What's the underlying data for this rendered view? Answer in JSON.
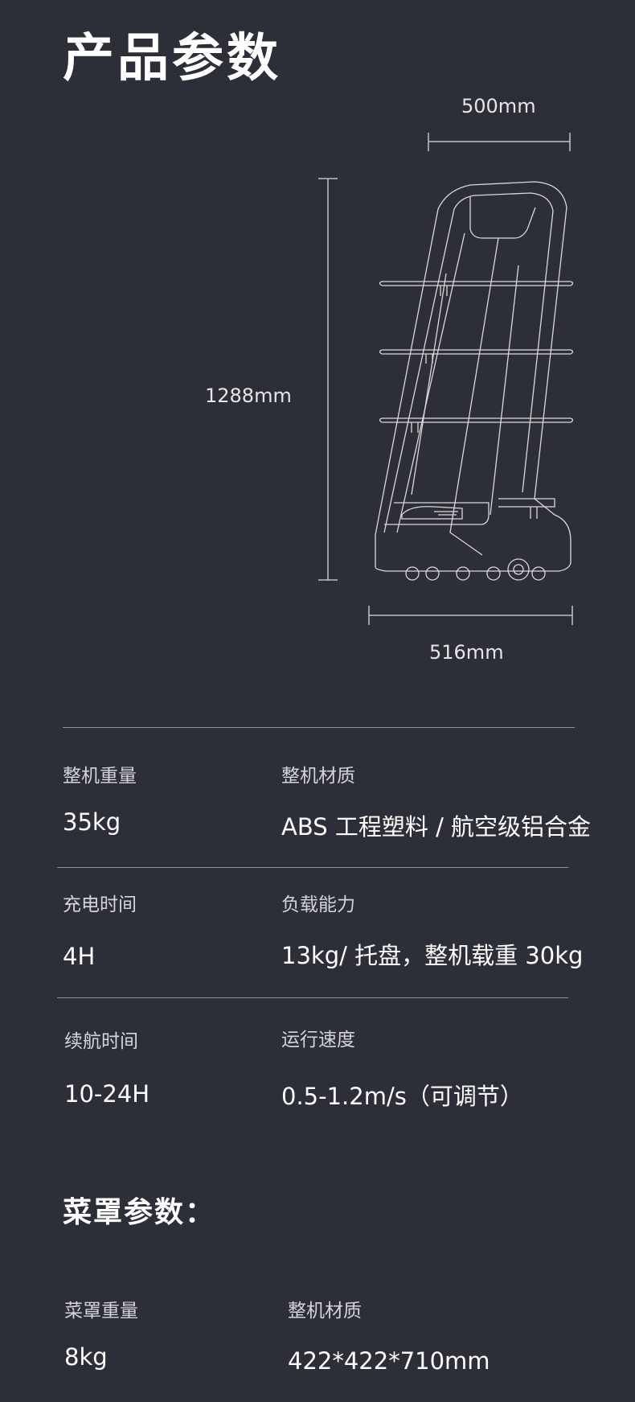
{
  "page": {
    "title": "产品参数"
  },
  "dimensions": {
    "depth": "500mm",
    "height": "1288mm",
    "width": "516mm"
  },
  "specs": [
    {
      "label": "整机重量",
      "value": "35kg"
    },
    {
      "label": "整机材质",
      "value": "ABS 工程塑料 / 航空级铝合金"
    },
    {
      "label": "充电时间",
      "value": "4H"
    },
    {
      "label": "负载能力",
      "value": "13kg/ 托盘，整机载重 30kg"
    },
    {
      "label": "续航时间",
      "value": "10-24H"
    },
    {
      "label": "运行速度",
      "value": "0.5-1.2m/s（可调节）"
    }
  ],
  "cover": {
    "title": "菜罩参数：",
    "specs": [
      {
        "label": "菜罩重量",
        "value": "8kg"
      },
      {
        "label": "整机材质",
        "value": "422*422*710mm"
      }
    ]
  }
}
